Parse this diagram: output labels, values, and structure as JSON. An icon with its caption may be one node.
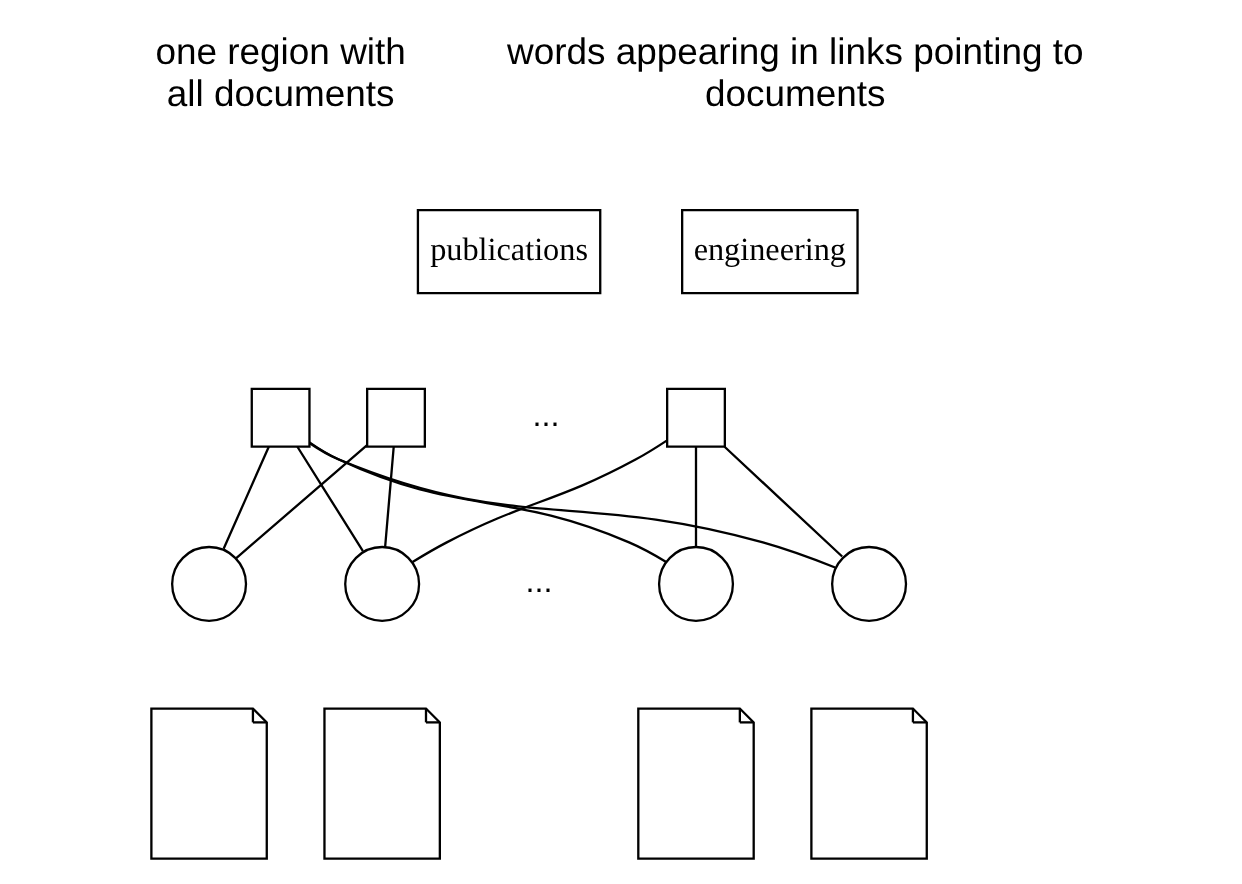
{
  "diagram": {
    "nodes": [
      {
        "text": [
          "publications"
        ]
      },
      {
        "text": [
          "engineering"
        ]
      },
      {
        "text": [],
        "shape": "box"
      },
      {
        "text": [],
        "shape": "box"
      },
      {
        "text": [],
        "shape": "box"
      },
      {
        "text": [],
        "shape": "circle"
      },
      {
        "text": [],
        "shape": "circle"
      },
      {
        "text": [],
        "shape": "circle"
      },
      {
        "text": [],
        "shape": "circle"
      },
      {
        "text": [],
        "shape": "document"
      },
      {
        "text": [],
        "shape": "document"
      },
      {
        "text": [],
        "shape": "document"
      },
      {
        "text": [],
        "shape": "document"
      }
    ],
    "edges": [
      {
        "from": 2,
        "to": 5,
        "arrow": "none"
      },
      {
        "from": 2,
        "to": 6,
        "arrow": "none"
      },
      {
        "from": 2,
        "to": 7,
        "arrow": "none"
      },
      {
        "from": 2,
        "to": 8,
        "arrow": "none"
      },
      {
        "from": 3,
        "to": 5,
        "arrow": "none"
      },
      {
        "from": 3,
        "to": 6,
        "arrow": "none"
      },
      {
        "from": 4,
        "to": 6,
        "arrow": "none"
      },
      {
        "from": 4,
        "to": 7,
        "arrow": "none"
      },
      {
        "from": 4,
        "to": 8,
        "arrow": "none"
      }
    ],
    "labels": [
      "one region with all documents",
      "words appearing in links pointing to documents",
      "...",
      "..."
    ]
  }
}
